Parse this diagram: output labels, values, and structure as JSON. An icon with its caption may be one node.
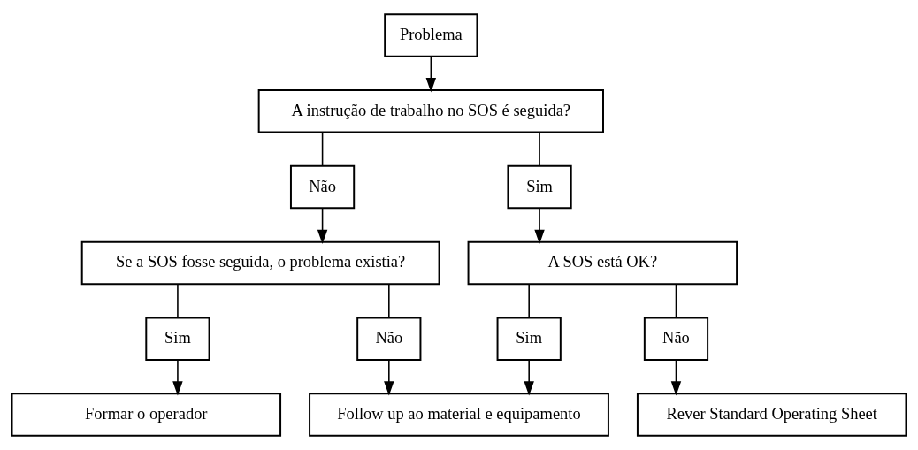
{
  "diagram": {
    "nodes": [
      {
        "text": [
          "Problema"
        ]
      },
      {
        "text": [
          "A instrução de trabalho no SOS é seguida?"
        ]
      },
      {
        "text": [
          "Não"
        ]
      },
      {
        "text": [
          "Sim"
        ]
      },
      {
        "text": [
          "Se a SOS fosse seguida, o problema existia?"
        ]
      },
      {
        "text": [
          "A SOS está OK?"
        ]
      },
      {
        "text": [
          "Sim"
        ]
      },
      {
        "text": [
          "Não"
        ]
      },
      {
        "text": [
          "Sim"
        ]
      },
      {
        "text": [
          "Não"
        ]
      },
      {
        "text": [
          "Formar o operador"
        ]
      },
      {
        "text": [
          "Follow up ao material e equipamento"
        ]
      },
      {
        "text": [
          "Rever Standard Operating Sheet"
        ]
      }
    ],
    "edges": [
      {
        "from": 0,
        "to": 1,
        "arrow": "to"
      },
      {
        "from": 1,
        "to": 2,
        "arrow": "none"
      },
      {
        "from": 1,
        "to": 3,
        "arrow": "none"
      },
      {
        "from": 2,
        "to": 4,
        "arrow": "to"
      },
      {
        "from": 3,
        "to": 5,
        "arrow": "to"
      },
      {
        "from": 4,
        "to": 6,
        "arrow": "none"
      },
      {
        "from": 4,
        "to": 7,
        "arrow": "none"
      },
      {
        "from": 5,
        "to": 8,
        "arrow": "none"
      },
      {
        "from": 5,
        "to": 9,
        "arrow": "none"
      },
      {
        "from": 6,
        "to": 10,
        "arrow": "to"
      },
      {
        "from": 7,
        "to": 11,
        "arrow": "to"
      },
      {
        "from": 8,
        "to": 11,
        "arrow": "to"
      },
      {
        "from": 9,
        "to": 12,
        "arrow": "to"
      }
    ]
  }
}
